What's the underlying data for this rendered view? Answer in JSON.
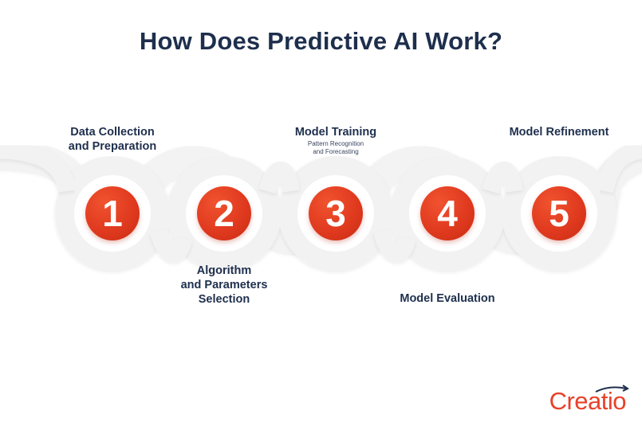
{
  "title": "How Does Predictive AI Work?",
  "steps": [
    {
      "number": "1",
      "label": "Data Collection\nand Preparation",
      "sub": ""
    },
    {
      "number": "2",
      "label": "Algorithm\nand Parameters\nSelection",
      "sub": ""
    },
    {
      "number": "3",
      "label": "Model Training",
      "sub": "Pattern Recognition\nand Forecasting"
    },
    {
      "number": "4",
      "label": "Model Evaluation",
      "sub": ""
    },
    {
      "number": "5",
      "label": "Model Refinement",
      "sub": ""
    }
  ],
  "logo": "Creatio",
  "colors": {
    "accent": "#e03a1f",
    "text": "#1e2f4d",
    "track": "#f2f2f2"
  }
}
